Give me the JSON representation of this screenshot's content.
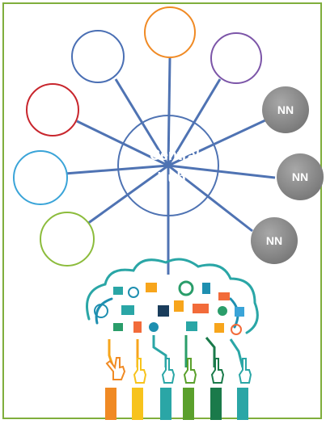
{
  "hub": {
    "line1": "Central",
    "line2": "Hub"
  },
  "nn_nodes": [
    {
      "label": "NN"
    },
    {
      "label": "NN"
    },
    {
      "label": "NN"
    }
  ],
  "colors": {
    "frame": "#7fae3c",
    "hub_stroke": "#4f73b3",
    "spoke": "#4f73b3",
    "node_orange": "#f08a24",
    "node_purple": "#7c55a8",
    "node_blue": "#4a6fb4",
    "node_red": "#c8262d",
    "node_lightblue": "#3aa4d8",
    "node_green": "#8cbc3c",
    "nn_fill": "#8c8c8c"
  },
  "illustration": {
    "name": "idea-cloud-with-hands"
  }
}
